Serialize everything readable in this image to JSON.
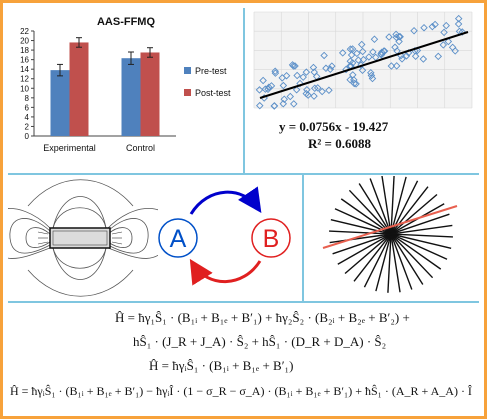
{
  "colors": {
    "border": "#f7a23b",
    "divider": "#7fc6e0",
    "pre": "#4f81bd",
    "post": "#c0504d",
    "arrow_blue": "#0000cc",
    "arrow_red": "#e02020",
    "circle_a": "#0050c8",
    "circle_b": "#e02020",
    "scatter_point": "#5b8fc8",
    "fit_line": "#000000"
  },
  "chart_data": [
    {
      "type": "bar",
      "title": "AAS-FFMQ",
      "categories": [
        "Experimental",
        "Control"
      ],
      "series": [
        {
          "name": "Pre-test",
          "values": [
            13.8,
            16.3
          ],
          "errors": [
            1.2,
            1.3
          ]
        },
        {
          "name": "Post-test",
          "values": [
            19.6,
            17.5
          ],
          "errors": [
            1.0,
            1.0
          ]
        }
      ],
      "ylim": [
        0,
        22
      ],
      "yticks": [
        "0",
        "2",
        "4",
        "6",
        "8",
        "10",
        "12",
        "14",
        "16",
        "18",
        "20",
        "22"
      ],
      "legend": "right",
      "xlabel": "",
      "ylabel": ""
    },
    {
      "type": "scatter",
      "fit_equation": "y = 0.0756x - 19.427",
      "r_squared": "R² = 0.6088",
      "grid": true
    }
  ],
  "diagram": {
    "circle_a_label": "A",
    "circle_b_label": "B"
  },
  "equations": {
    "l1_hbar1": "ħ",
    "l1_gamma1": "γ",
    "l1_gamma1_sub": "1",
    "l1_S1": "S",
    "l1_S1_sub": "1",
    "l1_cdot": "·",
    "line1": "Ĥ = ħγ₁Ŝ₁ · (B₁ᵢ + B₁ₑ + B′₁) + ħγ₂Ŝ₂ · (B₂ᵢ + B₂ₑ + B′₂) +",
    "line2": "hŜ₁ · (J_R + J_A) · Ŝ₂ + hŜ₁ · (D_R + D_A) · Ŝ₂",
    "line3": "Ĥ = ħγᵢŜ₁ · (B₁ᵢ + B₁ₑ + B′₁)",
    "line4": "Ĥ = ħγᵢŜ₁ · (B₁ᵢ + B₁ₑ + B′₁) − ħγᵢÎ · (1 − σ_R − σ_A) · (B₁ᵢ + B₁ₑ + B′₁) + ħŜ₁ · (A_R + A_A) · Î"
  }
}
